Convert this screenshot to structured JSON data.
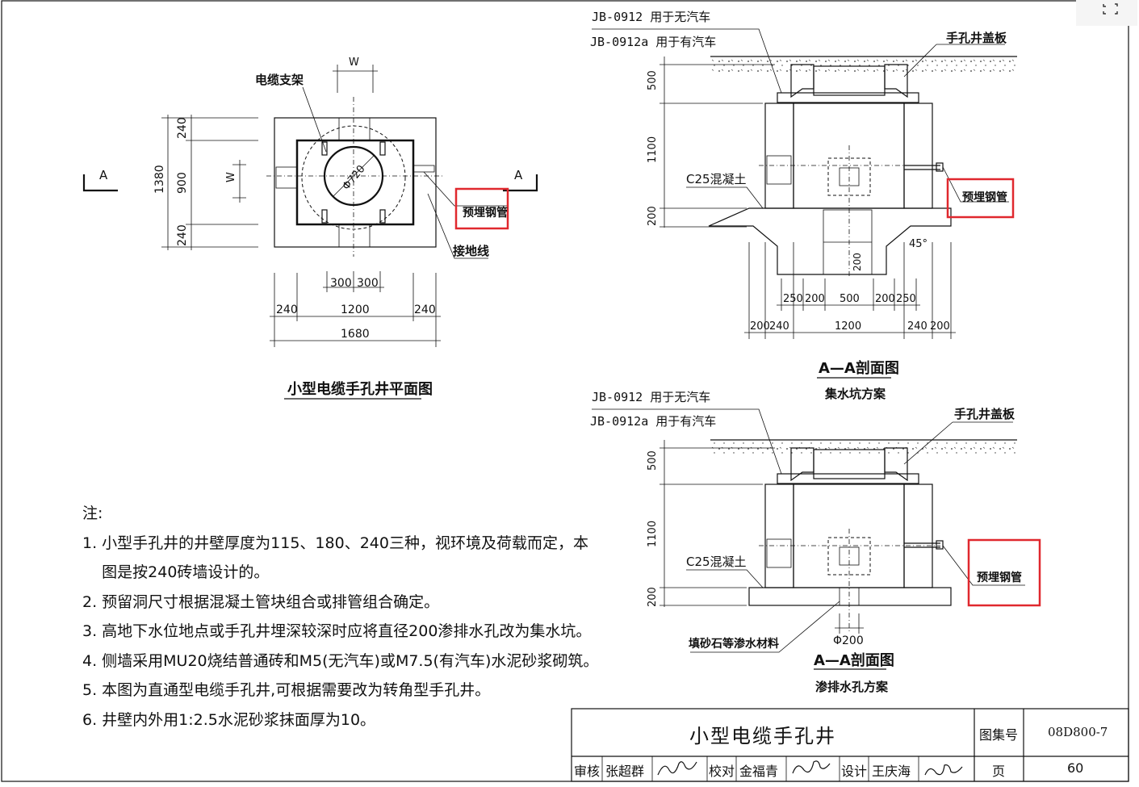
{
  "corner_icon": "expand-icon",
  "plan_view": {
    "title": "小型电缆手孔井平面图",
    "label_w": "W",
    "label_w_side": "W",
    "label_cable_bracket": "电缆支架",
    "label_diameter": "Φ720",
    "label_embedded_pipe": "预埋钢管",
    "label_grounding": "接地线",
    "section_mark_left": "A",
    "section_mark_right": "A",
    "dims_vertical": {
      "total": "1380",
      "top": "240",
      "middle": "900",
      "bottom": "240"
    },
    "dims_horizontal": {
      "a": "300",
      "b": "300",
      "left": "240",
      "middle": "1200",
      "right": "240",
      "total": "1680"
    }
  },
  "section_top": {
    "cover_no_car": "JB-0912 用于无汽车",
    "cover_car": "JB-0912a 用于有汽车",
    "cover_label": "手孔井盖板",
    "concrete_label": "C25混凝土",
    "embedded_pipe": "预埋钢管",
    "angle": "45°",
    "pit_depth": "200",
    "dims_vertical": [
      "500",
      "1100",
      "200"
    ],
    "dims_row1": [
      "250",
      "200",
      "500",
      "200",
      "250"
    ],
    "dims_row2": [
      "200",
      "240",
      "1200",
      "240",
      "200"
    ],
    "title": "A—A剖面图",
    "subtitle": "集水坑方案"
  },
  "section_bottom": {
    "cover_no_car": "JB-0912 用于无汽车",
    "cover_car": "JB-0912a 用于有汽车",
    "cover_label": "手孔井盖板",
    "concrete_label": "C25混凝土",
    "embedded_pipe": "预埋钢管",
    "fill_label": "填砂石等渗水材料",
    "diameter": "Φ200",
    "dims_vertical": [
      "500",
      "1100",
      "200"
    ],
    "title": "A—A剖面图",
    "subtitle": "渗排水孔方案"
  },
  "notes": {
    "heading": "注:",
    "items": [
      "1. 小型手孔井的井壁厚度为115、180、240三种，视环境及荷载而定，本",
      "    图是按240砖墙设计的。",
      "2. 预留洞尺寸根据混凝土管块组合或排管组合确定。",
      "3. 高地下水位地点或手孔井埋深较深时应将直径200渗排水孔改为集水坑。",
      "4. 侧墙采用MU20烧结普通砖和M5(无汽车)或M7.5(有汽车)水泥砂浆砌筑。",
      "5. 本图为直通型电缆手孔井,可根据需要改为转角型手孔井。",
      "6. 井壁内外用1:2.5水泥砂浆抹面厚为10。"
    ]
  },
  "title_block": {
    "title": "小型电缆手孔井",
    "atlas_label": "图集号",
    "atlas_no": "08D800-7",
    "review_label": "审核",
    "reviewer": "张超群",
    "check_label": "校对",
    "checker": "金福青",
    "design_label": "设计",
    "designer": "王庆海",
    "page_label": "页",
    "page_no": "60"
  }
}
